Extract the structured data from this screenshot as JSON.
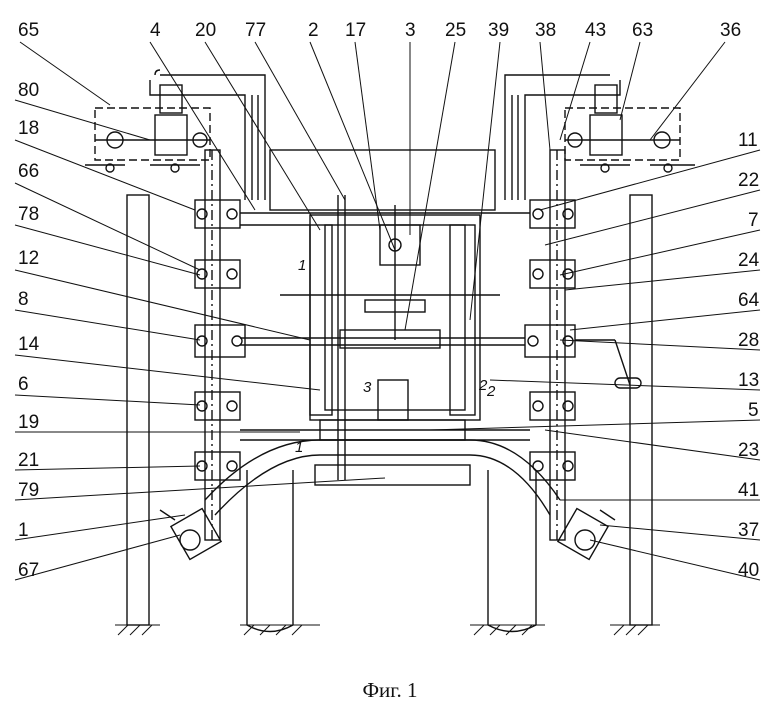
{
  "figure": {
    "caption": "Фиг. 1",
    "callouts_top": [
      "65",
      "4",
      "20",
      "77",
      "2",
      "17",
      "3",
      "25",
      "39",
      "38",
      "43",
      "63",
      "36"
    ],
    "callouts_left": [
      "80",
      "18",
      "66",
      "78",
      "12",
      "8",
      "14",
      "6",
      "19",
      "21",
      "79",
      "1",
      "67"
    ],
    "callouts_right": [
      "11",
      "22",
      "7",
      "24",
      "64",
      "28",
      "13",
      "5",
      "23",
      "41",
      "37",
      "40"
    ],
    "zone_labels": [
      "1",
      "1",
      "2",
      "3",
      "2"
    ]
  }
}
